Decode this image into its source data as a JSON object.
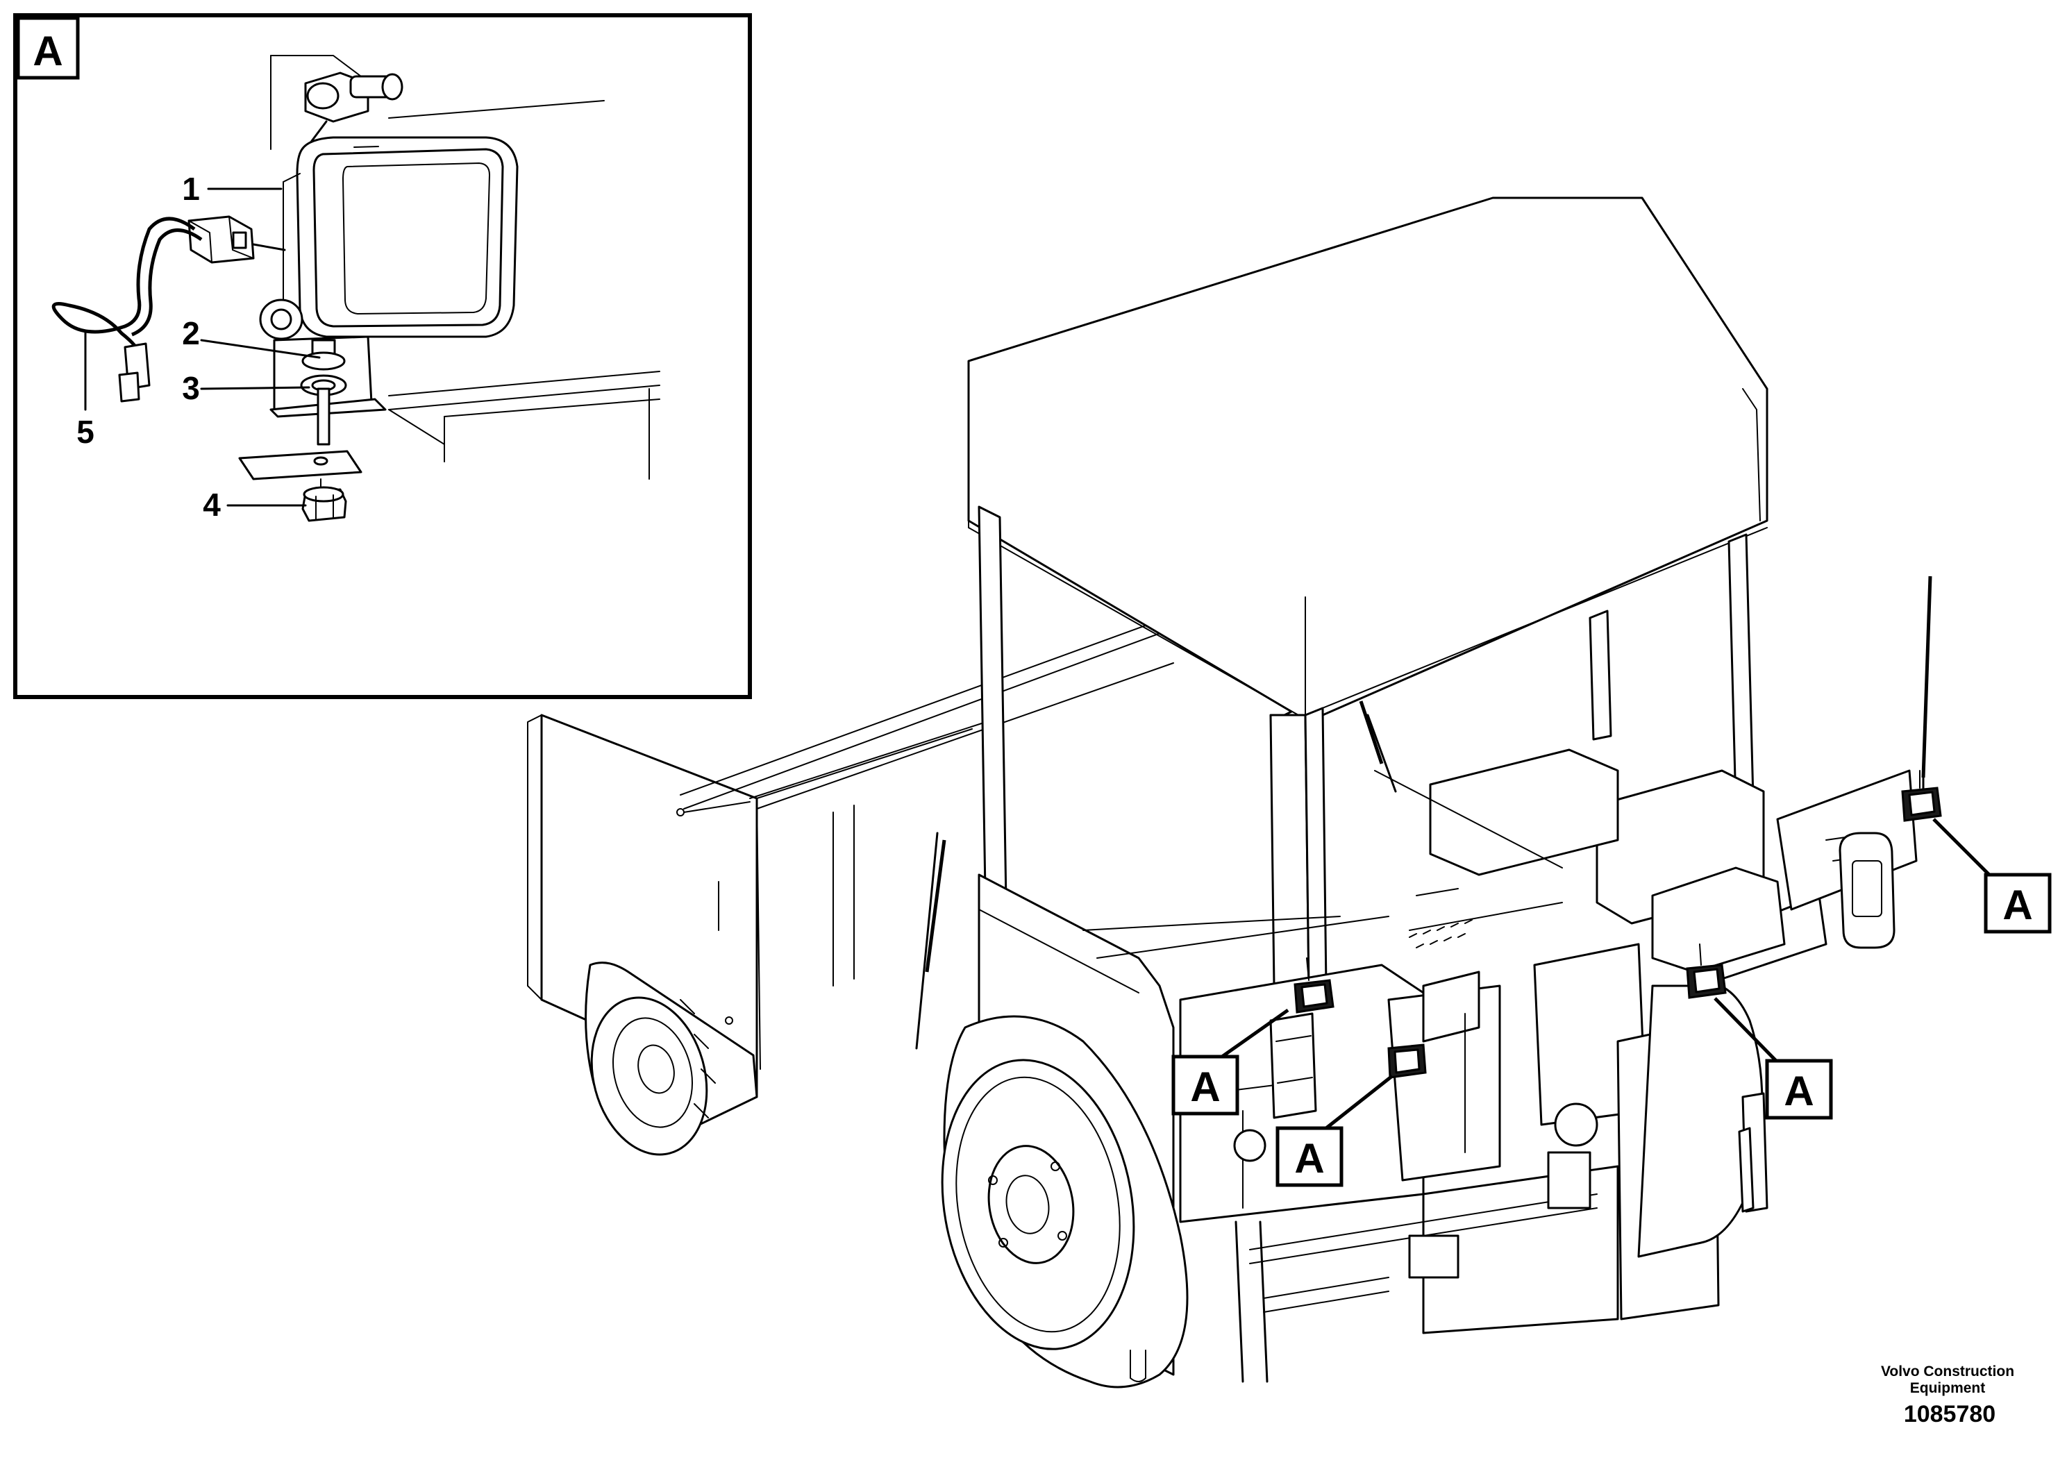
{
  "detail": {
    "tag": "A",
    "callouts": [
      {
        "id": "callout-1",
        "label": "1"
      },
      {
        "id": "callout-2",
        "label": "2"
      },
      {
        "id": "callout-3",
        "label": "3"
      },
      {
        "id": "callout-4",
        "label": "4"
      },
      {
        "id": "callout-5",
        "label": "5"
      }
    ]
  },
  "view_markers": [
    "A",
    "A",
    "A",
    "A"
  ],
  "footer": {
    "company_line1": "Volvo Construction",
    "company_line2": "Equipment",
    "drawing_number": "1085780"
  }
}
